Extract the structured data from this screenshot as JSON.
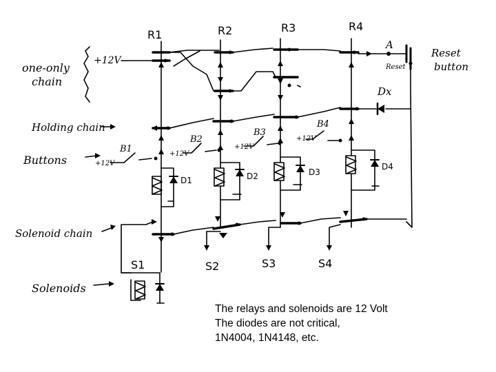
{
  "labels": {
    "one_only_line1": "one-only",
    "one_only_line2": "chain",
    "holding_chain": "Holding chain",
    "buttons": "Buttons",
    "solenoid_chain": "Solenoid chain",
    "solenoids": "Solenoids",
    "reset_line1": "Reset",
    "reset_line2": "button",
    "reset_small": "Reset",
    "supply": "+12V",
    "point_a": "A",
    "dx": "Dx"
  },
  "relays": [
    "R1",
    "R2",
    "R3",
    "R4"
  ],
  "buttons": [
    {
      "name": "B1",
      "supply": "+12V"
    },
    {
      "name": "B2",
      "supply": "+12V"
    },
    {
      "name": "B3",
      "supply": "+12V"
    },
    {
      "name": "B4",
      "supply": "+12V"
    }
  ],
  "diodes": [
    "D1",
    "D2",
    "D3",
    "D4"
  ],
  "solenoid_outputs": [
    "S1",
    "S2",
    "S3",
    "S4"
  ],
  "notes": [
    "The relays and solenoids are 12 Volt",
    "The diodes are not critical,",
    "1N4004, 1N4148, etc."
  ]
}
